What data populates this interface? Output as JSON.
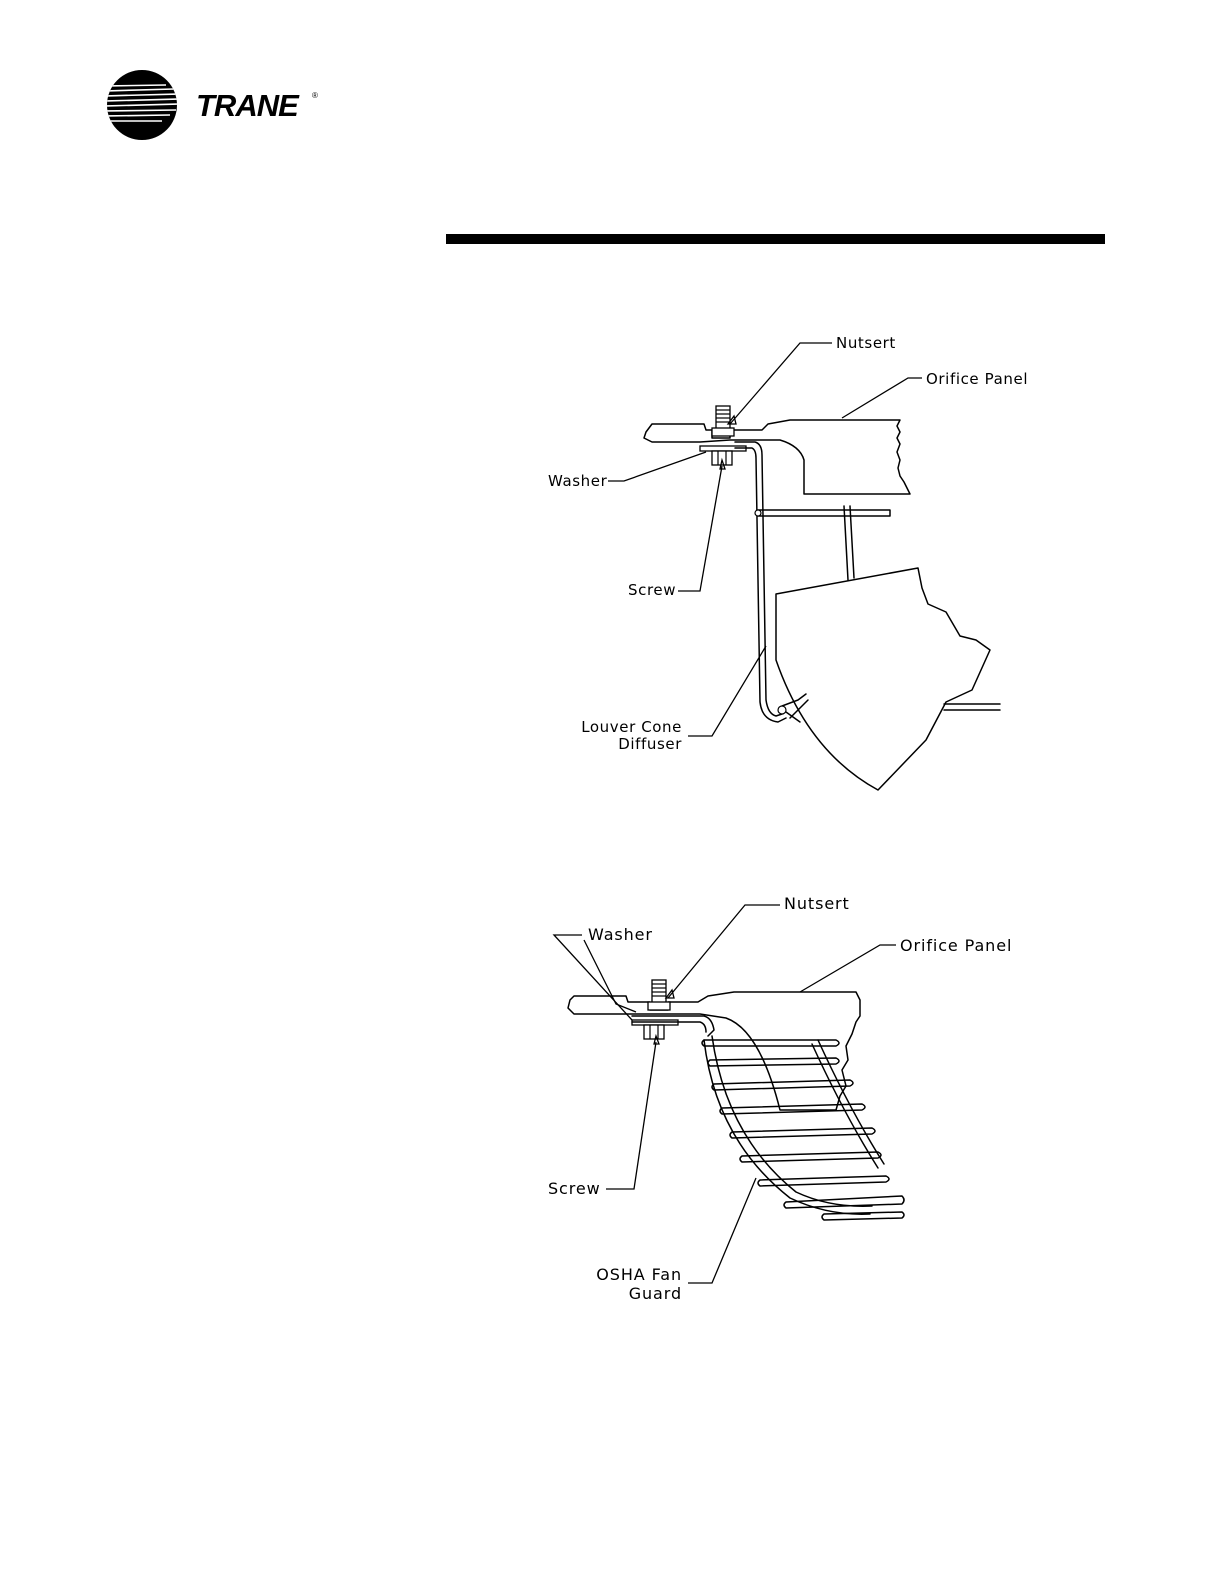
{
  "brand": {
    "name": "TRANE",
    "registered": "®"
  },
  "figure1": {
    "labels": {
      "nutsert": "Nutsert",
      "orifice_panel": "Orifice Panel",
      "washer": "Washer",
      "screw": "Screw",
      "louver_line1": "Louver Cone",
      "louver_line2": "Diffuser"
    }
  },
  "figure2": {
    "labels": {
      "nutsert": "Nutsert",
      "washer": "Washer",
      "orifice_panel": "Orifice Panel",
      "screw": "Screw",
      "guard_line1": "OSHA Fan",
      "guard_line2": "Guard"
    }
  }
}
